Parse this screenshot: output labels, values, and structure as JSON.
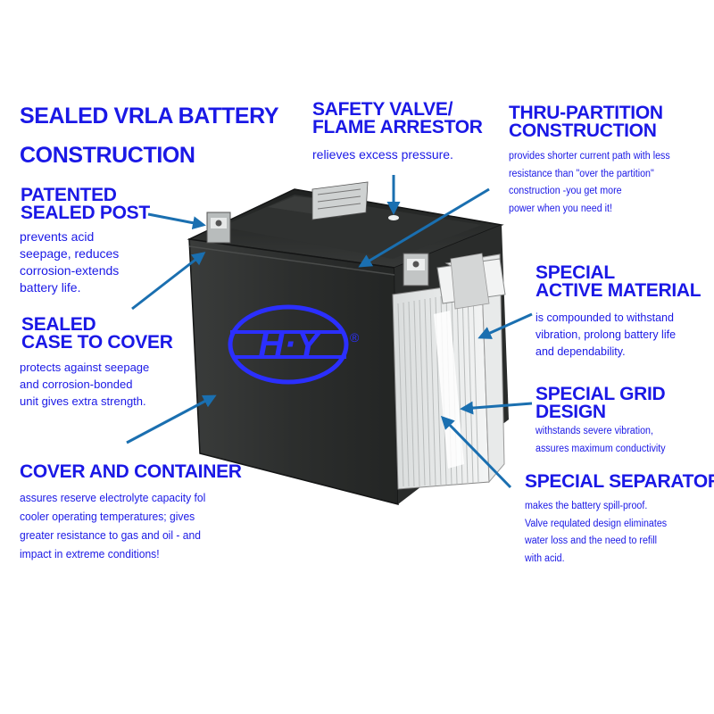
{
  "title": {
    "line1": "SEALED VRLA BATTERY",
    "line2": "CONSTRUCTION"
  },
  "callouts": {
    "safety_valve": {
      "heading1": "SAFETY VALVE/",
      "heading2": "FLAME ARRESTOR",
      "text": [
        "relieves excess pressure."
      ]
    },
    "thru_partition": {
      "heading1": "THRU-PARTITION",
      "heading2": "CONSTRUCTION",
      "text": [
        "provides shorter current path with less",
        "resistance than \"over the partition\"",
        "construction -you get more",
        "power when you need it!"
      ]
    },
    "sealed_post": {
      "heading1": "PATENTED",
      "heading2": "SEALED POST",
      "text": [
        "prevents acid",
        "seepage, reduces",
        "corrosion-extends",
        "battery life."
      ]
    },
    "active_material": {
      "heading1": "SPECIAL",
      "heading2": "ACTIVE MATERIAL",
      "text": [
        "is compounded to withstand",
        "vibration, prolong battery life",
        "and dependability."
      ]
    },
    "sealed_case": {
      "heading1": "SEALED",
      "heading2": "CASE TO COVER",
      "text": [
        "protects against seepage",
        "and corrosion-bonded",
        "unit gives extra strength."
      ]
    },
    "grid_design": {
      "heading1": "SPECIAL GRID",
      "heading2": "DESIGN",
      "text": [
        "withstands severe vibration,",
        "assures maximum conductivity"
      ]
    },
    "cover_container": {
      "heading1": "COVER AND CONTAINER",
      "text": [
        "assures reserve electrolyte capacity fol",
        "cooler operating temperatures; gives",
        "greater resistance to gas and oil - and",
        "impact in extreme conditions!"
      ]
    },
    "separator": {
      "heading1": "SPECIAL SEPARATOR",
      "text": [
        "makes the battery spill-proof.",
        "Valve requlated design eliminates",
        "water loss and the need to refill",
        "with acid."
      ]
    }
  },
  "logo": {
    "text": "H·Y",
    "registered": "®"
  },
  "colors": {
    "text": "#1a18e6",
    "arrow": "#1a6fb0",
    "case": "#2b2d2c"
  }
}
